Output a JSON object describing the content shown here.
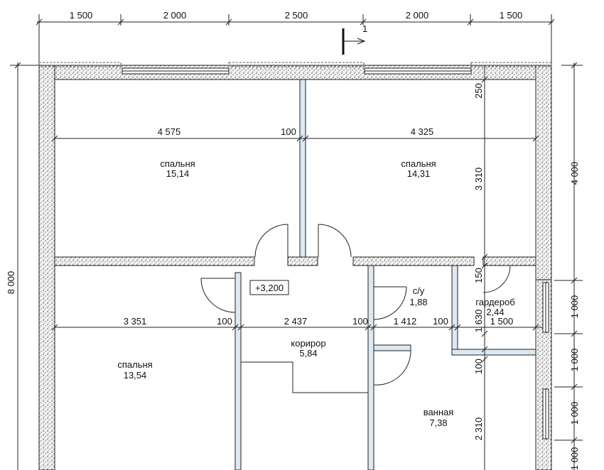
{
  "top_dimensions": [
    "1 500",
    "2 000",
    "2 500",
    "2 000",
    "1 500"
  ],
  "section_mark": "1",
  "left_dimension": "8 000",
  "right_dimensions": [
    "4 000",
    "1 000",
    "1 000",
    "1 000",
    "1 000"
  ],
  "inner_dimensions": {
    "bedroom_span_left": "4 575",
    "bedroom_gap": "100",
    "bedroom_span_right": "4 325",
    "right_top": "250",
    "right_height": "3 310",
    "lower_left": "3 351",
    "lower_gap_1": "100",
    "lower_mid": "2 437",
    "lower_gap_2": "100",
    "lower_wc": "1 412",
    "lower_gap_3": "100",
    "lower_wardrobe": "1 500",
    "wardrobe_v1": "150",
    "wardrobe_v2": "1 630",
    "bath_gap": "100",
    "bath_height": "2 310"
  },
  "level_mark": "+3,200",
  "rooms": [
    {
      "name": "спальня",
      "area": "15,14"
    },
    {
      "name": "спальня",
      "area": "14,31"
    },
    {
      "name": "с/у",
      "area": "1,88"
    },
    {
      "name": "гардероб",
      "area": "2,44"
    },
    {
      "name": "корирор",
      "area": "5,84"
    },
    {
      "name": "спальня",
      "area": "13,54"
    },
    {
      "name": "ванная",
      "area": "7,38"
    }
  ]
}
